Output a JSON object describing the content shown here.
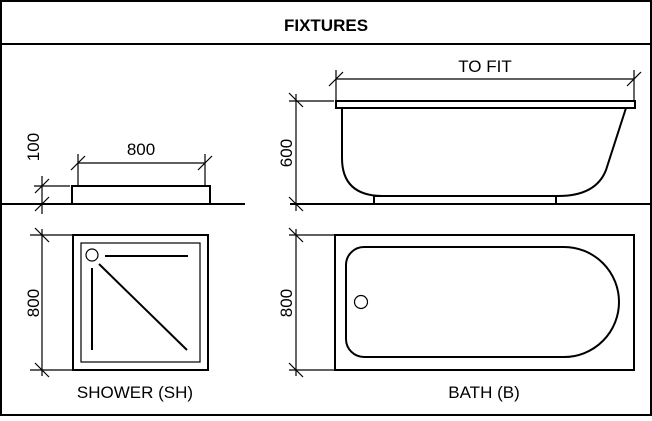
{
  "title": "FIXTURES",
  "shower": {
    "elevation_width": "800",
    "elevation_height": "100",
    "plan_depth": "800",
    "caption": "SHOWER (SH)"
  },
  "bath": {
    "elevation_width": "TO FIT",
    "elevation_height": "600",
    "plan_depth": "800",
    "caption": "BATH (B)"
  }
}
